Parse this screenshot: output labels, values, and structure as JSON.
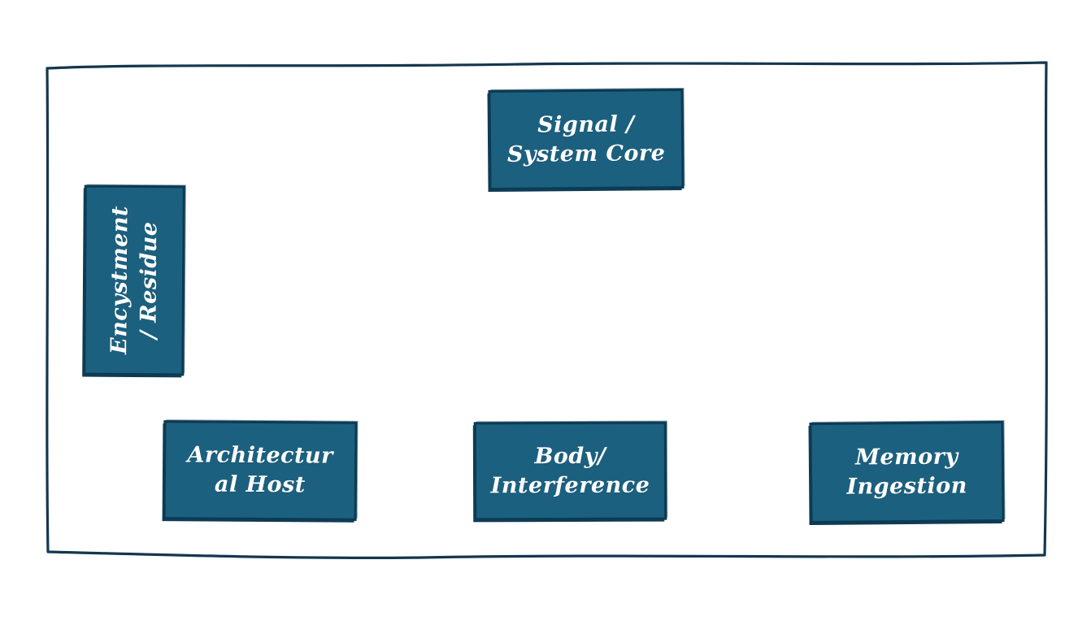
{
  "diagram": {
    "colors": {
      "node_fill": "#1c607f",
      "node_stroke": "#0d3a53",
      "frame_stroke": "#14374e",
      "text": "#ffffff",
      "background": "#ffffff"
    },
    "nodes": [
      {
        "id": "signal-system-core",
        "label": "Signal / System Core",
        "lines": [
          "Signal /",
          "System Core"
        ],
        "orientation": "horizontal"
      },
      {
        "id": "encystment-residue",
        "label": "Encystment / Residue",
        "lines": [
          "Encystment",
          "/ Residue"
        ],
        "orientation": "vertical"
      },
      {
        "id": "architectural-host",
        "label": "Architectural Host",
        "lines": [
          "Architectur",
          "al Host"
        ],
        "orientation": "horizontal"
      },
      {
        "id": "body-interference",
        "label": "Body/ Interference",
        "lines": [
          "Body/",
          "Interference"
        ],
        "orientation": "horizontal"
      },
      {
        "id": "memory-ingestion",
        "label": "Memory Ingestion",
        "lines": [
          "Memory",
          "Ingestion"
        ],
        "orientation": "horizontal"
      }
    ]
  }
}
